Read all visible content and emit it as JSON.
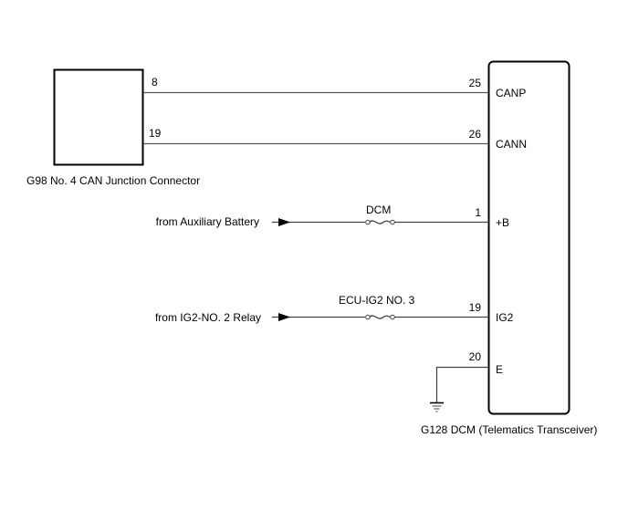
{
  "components": {
    "junction_connector": {
      "code": "G98",
      "name": "No. 4 CAN Junction Connector",
      "label": "G98  No. 4 CAN Junction Connector"
    },
    "dcm": {
      "code": "G128",
      "name": "DCM (Telematics Transceiver)",
      "label": "G128  DCM (Telematics Transceiver)"
    }
  },
  "wires": [
    {
      "from_pin": "8",
      "to_pin": "25",
      "terminal": "CANP"
    },
    {
      "from_pin": "19",
      "to_pin": "26",
      "terminal": "CANN"
    },
    {
      "source": "from Auxiliary Battery",
      "fuse": "DCM",
      "to_pin": "1",
      "terminal": "+B"
    },
    {
      "source": "from IG2-NO. 2 Relay",
      "fuse": "ECU-IG2 NO. 3",
      "to_pin": "19",
      "terminal": "IG2"
    },
    {
      "ground": true,
      "to_pin": "20",
      "terminal": "E"
    }
  ]
}
